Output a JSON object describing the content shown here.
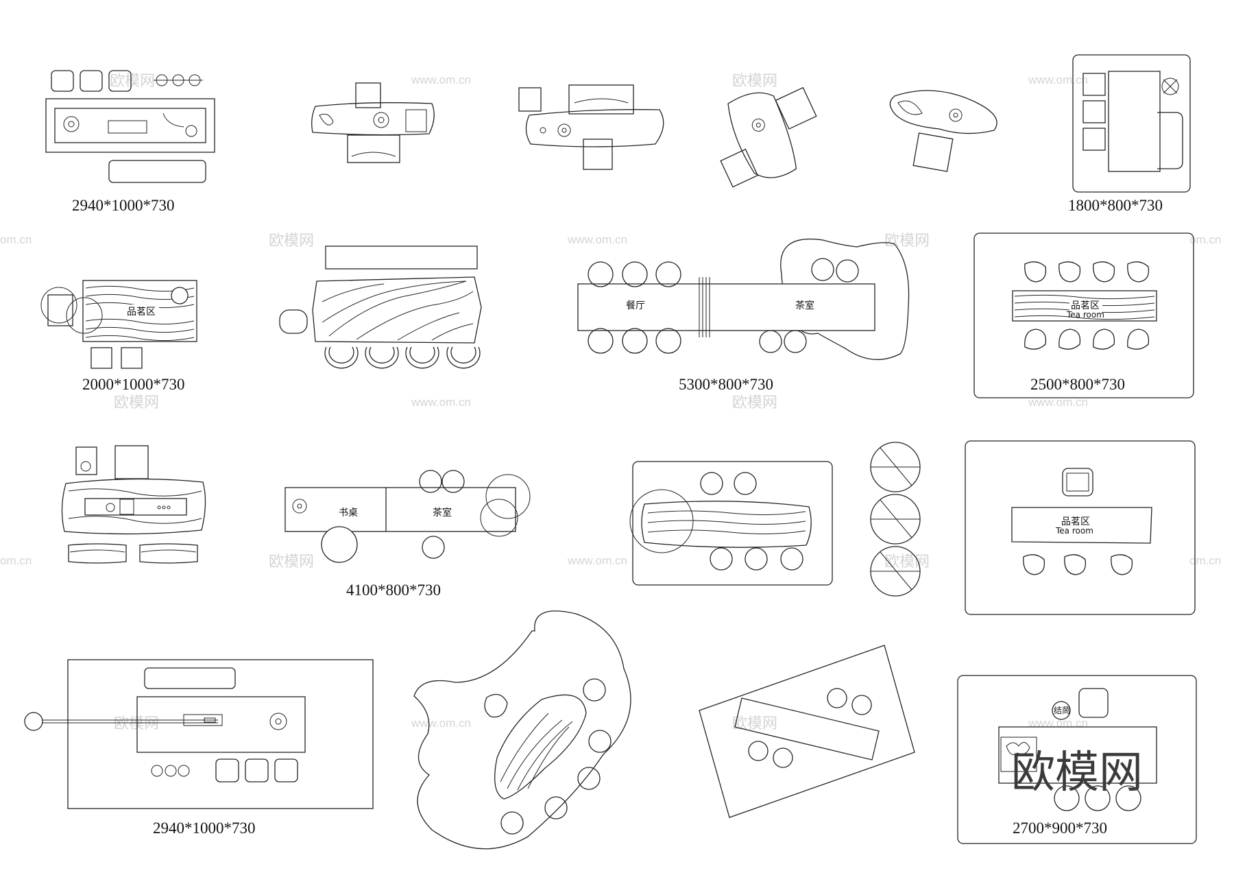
{
  "dimensions": {
    "d1": "2940*1000*730",
    "d2": "1800*800*730",
    "d3": "2000*1000*730",
    "d4": "5300*800*730",
    "d5": "2500*800*730",
    "d6": "4100*800*730",
    "d7": "2940*1000*730",
    "d8": "2700*900*730"
  },
  "labels": {
    "tasting_area_1": "品茗区",
    "dining": "餐厅",
    "tea_room_1": "茶室",
    "tasting_area_2": "品茗区",
    "tea_room_en_1": "Tea room",
    "desk": "书桌",
    "tea_room_2": "茶室",
    "tasting_area_3": "品茗区",
    "tea_room_en_2": "Tea room",
    "small_label": "结茼"
  },
  "watermark": {
    "brand": "欧模网",
    "url": "www.om.cn",
    "url_alt": "om.cn"
  },
  "colors": {
    "line": "#222222",
    "background": "#ffffff",
    "watermark": "#d4d4d4"
  }
}
